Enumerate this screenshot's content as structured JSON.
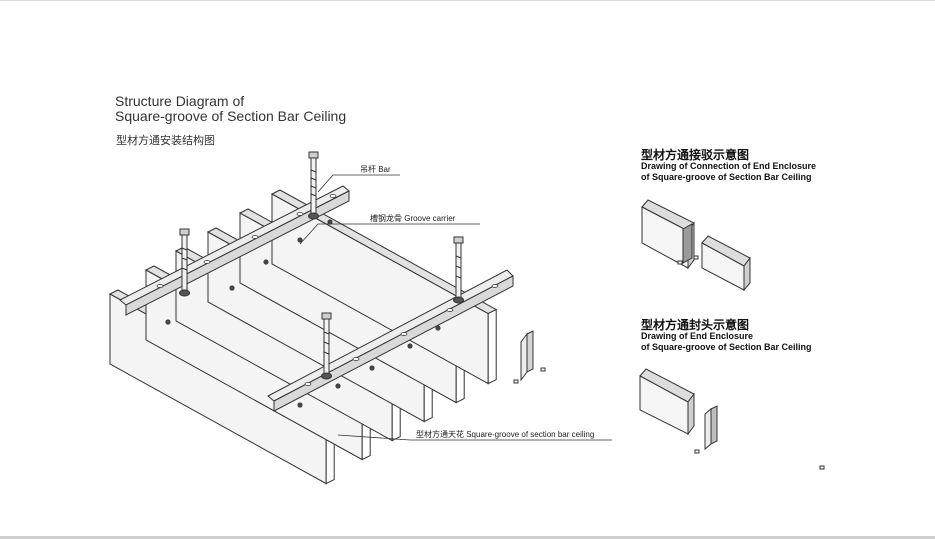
{
  "main": {
    "title_line1": "Structure Diagram of",
    "title_line2": "Square-groove of Section Bar Ceiling",
    "subtitle_cn": "型材方通安装结构图",
    "labels": {
      "bar": "吊杆  Bar",
      "carrier": "槽钢龙骨  Groove carrier",
      "ceiling": "型材方通天花  Square-groove of section bar ceiling"
    }
  },
  "connection": {
    "title_cn": "型材方通接驳示意图",
    "desc_line1": "Drawing of Connection of End Enclosure",
    "desc_line2": "of Square-groove of Section Bar Ceiling"
  },
  "enclosure": {
    "title_cn": "型材方通封头示意图",
    "desc_line1": "Drawing of End Enclosure",
    "desc_line2": "of Square-groove of Section Bar Ceiling"
  },
  "colors": {
    "line": "#333333",
    "panel": "#f4f4f4",
    "side": "#e2e2e2"
  }
}
